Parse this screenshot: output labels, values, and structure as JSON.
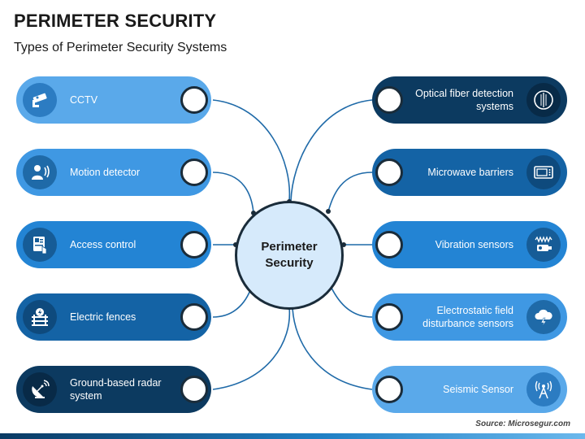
{
  "header": {
    "title": "PERIMETER SECURITY",
    "subtitle": "Types of Perimeter Security Systems"
  },
  "hub": {
    "label": "Perimeter Security"
  },
  "left_items": [
    {
      "label": "CCTV",
      "icon": "cctv-camera-icon",
      "color": "#5aa9ea"
    },
    {
      "label": "Motion detector",
      "icon": "motion-detector-icon",
      "color": "#3f98e3"
    },
    {
      "label": "Access control",
      "icon": "access-control-icon",
      "color": "#2384d4"
    },
    {
      "label": "Electric fences",
      "icon": "electric-fence-icon",
      "color": "#1463a5"
    },
    {
      "label": "Ground-based radar system",
      "icon": "radar-dish-icon",
      "color": "#0c3a60"
    }
  ],
  "right_items": [
    {
      "label": "Optical fiber detection systems",
      "icon": "optical-fiber-icon",
      "color": "#0c3a60"
    },
    {
      "label": "Microwave barriers",
      "icon": "microwave-icon",
      "color": "#1463a5"
    },
    {
      "label": "Vibration sensors",
      "icon": "vibration-sensor-icon",
      "color": "#2384d4"
    },
    {
      "label": "Electrostatic field disturbance sensors",
      "icon": "electrostatic-cloud-icon",
      "color": "#3f98e3"
    },
    {
      "label": "Seismic Sensor",
      "icon": "seismic-antenna-icon",
      "color": "#5aa9ea"
    }
  ],
  "footer": {
    "source": "Source: Microsegur.com"
  },
  "colors": {
    "hub_fill": "#d6eafb",
    "outline": "#1a2c3a"
  }
}
